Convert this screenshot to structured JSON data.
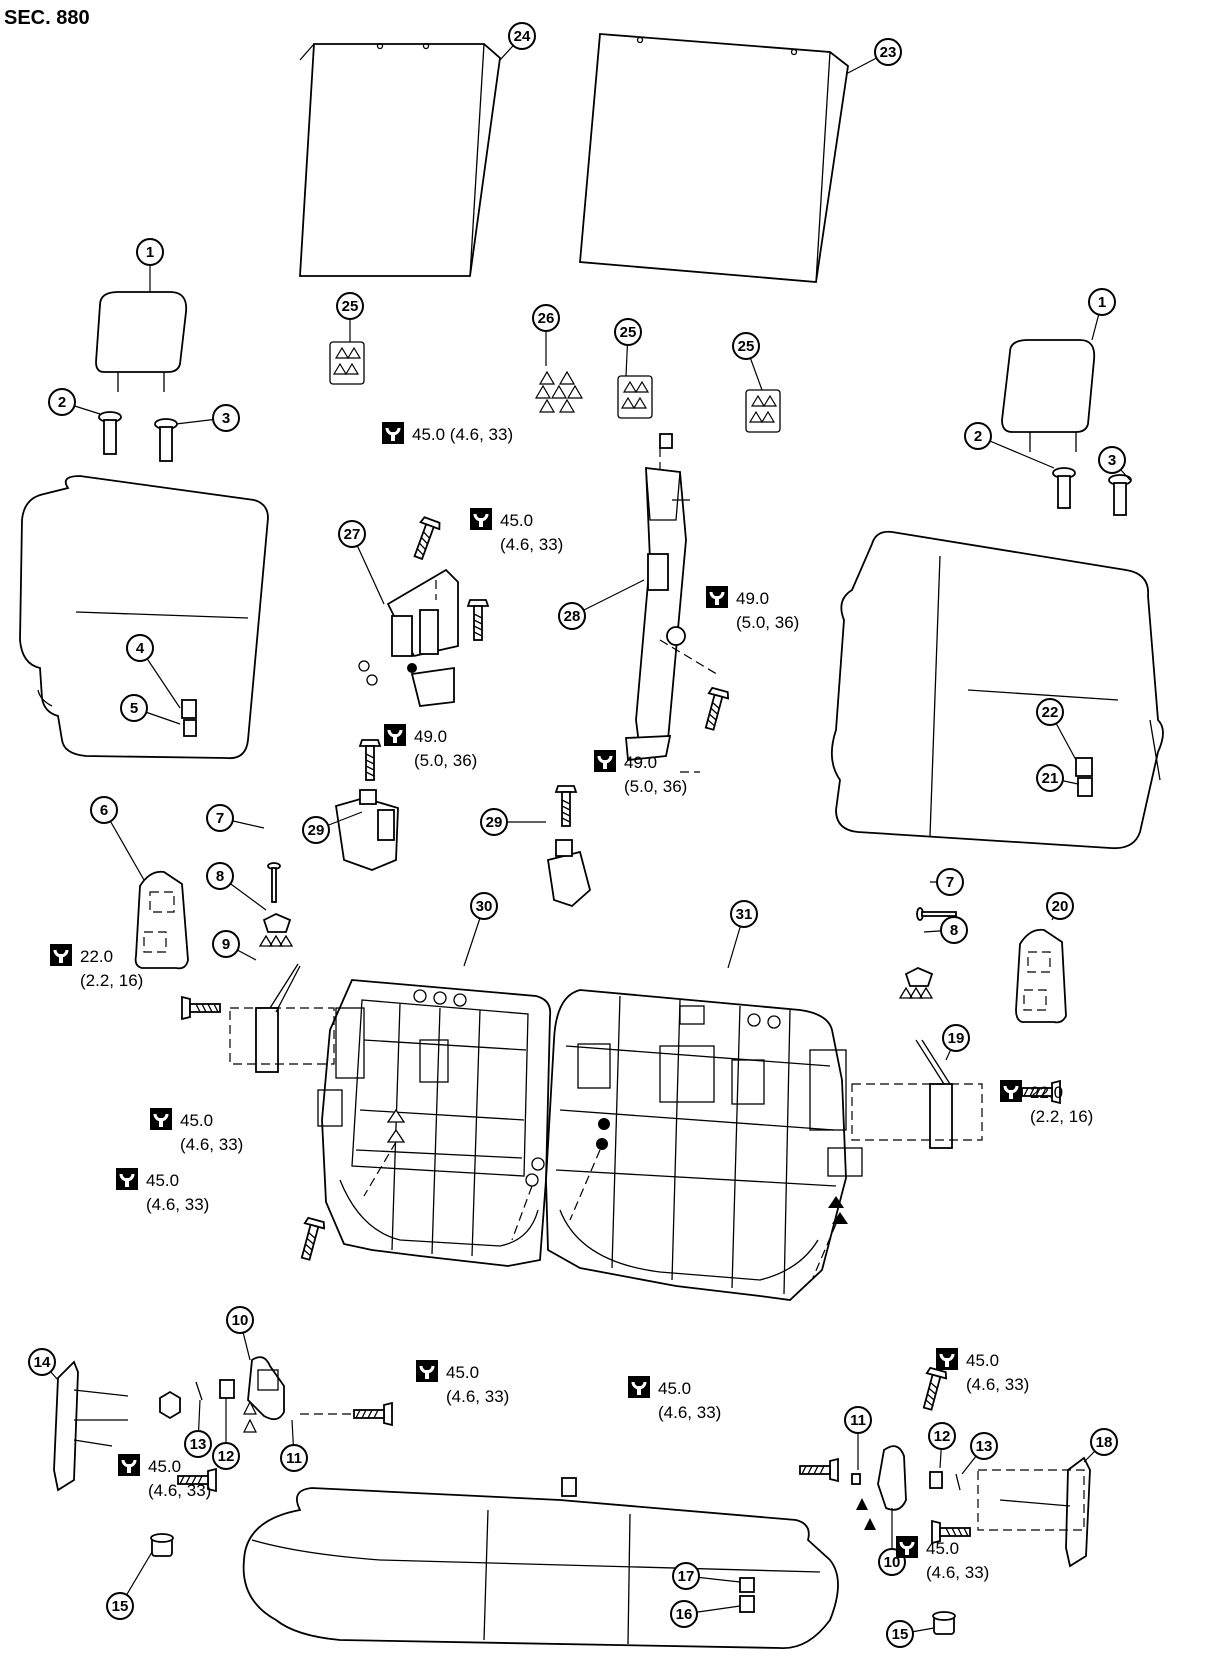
{
  "section": "SEC. 880",
  "callouts": [
    {
      "num": "24"
    },
    {
      "num": "23"
    },
    {
      "num": "1"
    },
    {
      "num": "1"
    },
    {
      "num": "25"
    },
    {
      "num": "26"
    },
    {
      "num": "25"
    },
    {
      "num": "25"
    },
    {
      "num": "2"
    },
    {
      "num": "3"
    },
    {
      "num": "2"
    },
    {
      "num": "3"
    },
    {
      "num": "27"
    },
    {
      "num": "28"
    },
    {
      "num": "4"
    },
    {
      "num": "5"
    },
    {
      "num": "22"
    },
    {
      "num": "21"
    },
    {
      "num": "29"
    },
    {
      "num": "29"
    },
    {
      "num": "6"
    },
    {
      "num": "7"
    },
    {
      "num": "8"
    },
    {
      "num": "7"
    },
    {
      "num": "8"
    },
    {
      "num": "20"
    },
    {
      "num": "9"
    },
    {
      "num": "30"
    },
    {
      "num": "31"
    },
    {
      "num": "19"
    },
    {
      "num": "10"
    },
    {
      "num": "14"
    },
    {
      "num": "13"
    },
    {
      "num": "12"
    },
    {
      "num": "11"
    },
    {
      "num": "11"
    },
    {
      "num": "12"
    },
    {
      "num": "13"
    },
    {
      "num": "18"
    },
    {
      "num": "10"
    },
    {
      "num": "17"
    },
    {
      "num": "16"
    },
    {
      "num": "15"
    },
    {
      "num": "15"
    }
  ],
  "torques": [
    {
      "line1": "45.0 (4.6, 33)",
      "line2": ""
    },
    {
      "line1": "45.0",
      "line2": "(4.6, 33)"
    },
    {
      "line1": "49.0",
      "line2": "(5.0, 36)"
    },
    {
      "line1": "49.0",
      "line2": "(5.0, 36)"
    },
    {
      "line1": "49.0",
      "line2": "(5.0, 36)"
    },
    {
      "line1": "22.0",
      "line2": "(2.2, 16)"
    },
    {
      "line1": "22.0",
      "line2": "(2.2, 16)"
    },
    {
      "line1": "45.0",
      "line2": "(4.6, 33)"
    },
    {
      "line1": "45.0",
      "line2": "(4.6, 33)"
    },
    {
      "line1": "45.0",
      "line2": "(4.6, 33)"
    },
    {
      "line1": "45.0",
      "line2": "(4.6, 33)"
    },
    {
      "line1": "45.0",
      "line2": "(4.6, 33)"
    },
    {
      "line1": "45.0",
      "line2": "(4.6, 33)"
    },
    {
      "line1": "45.0",
      "line2": "(4.6, 33)"
    }
  ],
  "icons": {
    "torque": "torque-wrench-icon",
    "circle_marker": "open-circle-marker",
    "triangle_marker": "open-triangle-marker",
    "filled_circle_marker": "filled-circle-marker",
    "filled_triangle_marker": "filled-triangle-marker"
  }
}
